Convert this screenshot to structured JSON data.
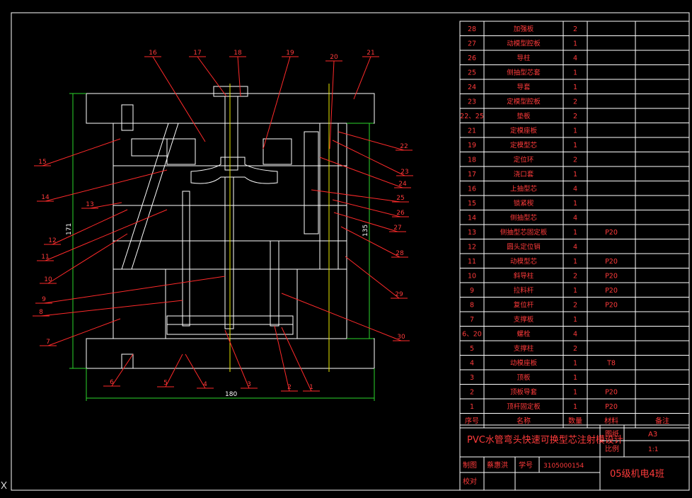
{
  "drawing": {
    "dimensions": {
      "width": "180",
      "height_total": "171",
      "height_mold": "135"
    },
    "balloons": [
      "1",
      "2",
      "3",
      "4",
      "5",
      "6",
      "7",
      "8",
      "9",
      "10",
      "11",
      "12",
      "13",
      "14",
      "15",
      "16",
      "17",
      "18",
      "19",
      "20",
      "21",
      "22",
      "23",
      "24",
      "25",
      "26",
      "27",
      "28",
      "29",
      "30"
    ]
  },
  "bom": {
    "rows": [
      {
        "no": "28",
        "name": "加强板",
        "qty": "2",
        "material": "",
        "note": ""
      },
      {
        "no": "27",
        "name": "动模型腔板",
        "qty": "1",
        "material": "",
        "note": ""
      },
      {
        "no": "26",
        "name": "导柱",
        "qty": "4",
        "material": "",
        "note": ""
      },
      {
        "no": "25",
        "name": "侧抽型芯套",
        "qty": "1",
        "material": "",
        "note": ""
      },
      {
        "no": "24",
        "name": "导套",
        "qty": "1",
        "material": "",
        "note": ""
      },
      {
        "no": "23",
        "name": "定模型腔板",
        "qty": "2",
        "material": "",
        "note": ""
      },
      {
        "no": "22、25",
        "name": "垫板",
        "qty": "2",
        "material": "",
        "note": ""
      },
      {
        "no": "21",
        "name": "定模座板",
        "qty": "1",
        "material": "",
        "note": ""
      },
      {
        "no": "19",
        "name": "定模型芯",
        "qty": "1",
        "material": "",
        "note": ""
      },
      {
        "no": "18",
        "name": "定位环",
        "qty": "2",
        "material": "",
        "note": ""
      },
      {
        "no": "17",
        "name": "浇口套",
        "qty": "1",
        "material": "",
        "note": ""
      },
      {
        "no": "16",
        "name": "上抽型芯",
        "qty": "4",
        "material": "",
        "note": ""
      },
      {
        "no": "15",
        "name": "锁紧楔",
        "qty": "1",
        "material": "",
        "note": ""
      },
      {
        "no": "14",
        "name": "侧抽型芯",
        "qty": "4",
        "material": "",
        "note": ""
      },
      {
        "no": "13",
        "name": "侧抽型芯固定板",
        "qty": "1",
        "material": "P20",
        "note": ""
      },
      {
        "no": "12",
        "name": "圆头定位销",
        "qty": "4",
        "material": "",
        "note": ""
      },
      {
        "no": "11",
        "name": "动模型芯",
        "qty": "1",
        "material": "P20",
        "note": ""
      },
      {
        "no": "10",
        "name": "斜导柱",
        "qty": "2",
        "material": "P20",
        "note": ""
      },
      {
        "no": "9",
        "name": "拉料杆",
        "qty": "1",
        "material": "P20",
        "note": ""
      },
      {
        "no": "8",
        "name": "复位杆",
        "qty": "2",
        "material": "P20",
        "note": ""
      },
      {
        "no": "7",
        "name": "支撑板",
        "qty": "1",
        "material": "",
        "note": ""
      },
      {
        "no": "6、20",
        "name": "螺栓",
        "qty": "4",
        "material": "",
        "note": ""
      },
      {
        "no": "5",
        "name": "支撑柱",
        "qty": "2",
        "material": "",
        "note": ""
      },
      {
        "no": "4",
        "name": "动模座板",
        "qty": "1",
        "material": "T8",
        "note": ""
      },
      {
        "no": "3",
        "name": "顶板",
        "qty": "1",
        "material": "",
        "note": ""
      },
      {
        "no": "2",
        "name": "顶板导套",
        "qty": "1",
        "material": "P20",
        "note": ""
      },
      {
        "no": "1",
        "name": "顶杆固定板",
        "qty": "1",
        "material": "P20",
        "note": ""
      }
    ],
    "header": {
      "no": "序号",
      "name": "名称",
      "qty": "数量",
      "material": "材料",
      "note": "备注"
    }
  },
  "title_block": {
    "title": "PVC水管弯头快速可换型芯注射模设计",
    "sheet_label": "图纸",
    "sheet_value": "A3",
    "scale_label": "比例",
    "scale_value": "1:1",
    "drawn_label": "制图",
    "drawn_name": "蔡惠洪",
    "id_label": "学号",
    "id_value": "3105000154",
    "check_label": "校对",
    "class_name": "05级机电4班"
  },
  "colors": {
    "hatch": "#19c919",
    "outline": "#ffffff",
    "annotation": "#ff2a2a",
    "axis": "#e8e800",
    "background": "#000000"
  }
}
